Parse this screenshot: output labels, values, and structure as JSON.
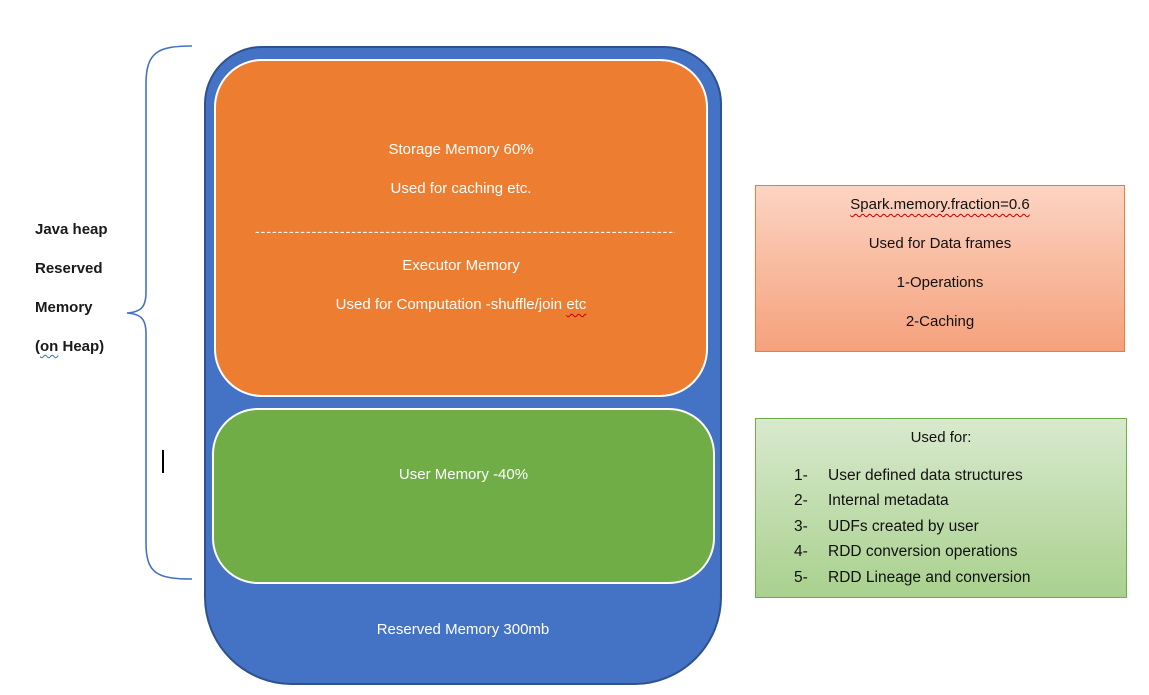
{
  "diagram": {
    "left_label": {
      "line1": "Java heap",
      "line2": "Reserved",
      "line3": "Memory",
      "line4_prefix": "(",
      "line4_wavy": "on",
      "line4_suffix": " Heap)"
    },
    "heap_stack": {
      "storage_title": "Storage Memory 60%",
      "storage_subtitle": "Used for caching etc.",
      "divider": "----------------------------------------------------------------------------------------------------------",
      "executor_title": "Executor Memory",
      "executor_subtitle_prefix": "Used for Computation -shuffle/join ",
      "executor_subtitle_wavy": "etc",
      "user_title": "User Memory -40%",
      "reserved_title": "Reserved Memory 300mb"
    },
    "spark_box": {
      "line1": "Spark.memory.fraction=0.6",
      "line2": "Used for Data frames",
      "line3": "1-Operations",
      "line4": "2-Caching"
    },
    "used_for_box": {
      "title": "Used for:",
      "items": [
        {
          "num": "1-",
          "text": "User defined data structures"
        },
        {
          "num": "2-",
          "text": "Internal metadata"
        },
        {
          "num": "3-",
          "text": "UDFs created by user"
        },
        {
          "num": "4-",
          "text": "RDD conversion operations"
        },
        {
          "num": "5-",
          "text": "RDD Lineage and conversion"
        }
      ]
    },
    "colors": {
      "heap_blue": "#4472C4",
      "heap_blue_border": "#2F528F",
      "storage_orange": "#ED7D31",
      "user_green": "#70AD47",
      "spark_box_gradient_top": "#FCD4C2",
      "spark_box_gradient_bottom": "#F5A17C",
      "usedfor_box_gradient_top": "#D9E9CE",
      "usedfor_box_gradient_bottom": "#A9D18E",
      "spellcheck_red": "#C00000",
      "grammar_blue": "#2E75B6"
    }
  }
}
